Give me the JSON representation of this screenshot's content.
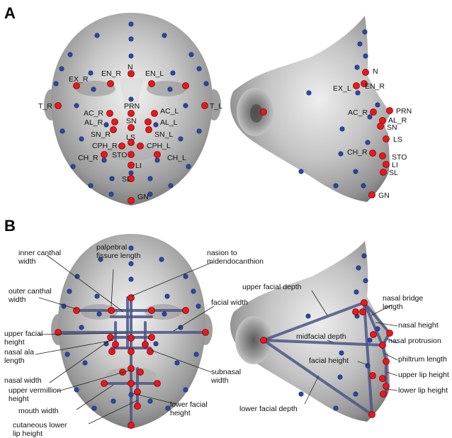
{
  "panel_a": {
    "letter": "A",
    "frontal_labels": {
      "n": "N",
      "en_r": "EN_R",
      "en_l": "EN_L",
      "ex_r": "EX_R",
      "t_r": "T_R",
      "t_l": "T_L",
      "prn": "PRN",
      "ac_r": "AC_R",
      "ac_l": "AC_L",
      "al_r": "AL_R",
      "al_l": "AL_L",
      "sn": "SN",
      "sn_r": "SN_R",
      "sn_l": "SN_L",
      "ls": "LS",
      "cph_r": "CPH_R",
      "cph_l": "CPH_L",
      "ch_r": "CH_R",
      "ch_l": "CH_L",
      "sto": "STO",
      "li": "LI",
      "sl": "SL",
      "gn": "GN"
    },
    "profile_labels": {
      "n": "N",
      "ex_l": "EX_L",
      "en_r": "EN_R",
      "prn": "PRN",
      "ac_r": "AC_R",
      "al_r": "AL_R",
      "sn": "SN",
      "ls": "LS",
      "ch_r": "CH_R",
      "sto": "STO",
      "li": "LI",
      "sl": "SL",
      "gn": "GN"
    }
  },
  "panel_b": {
    "letter": "B",
    "measurements": {
      "palpebral_fissure_length": "palpebral fissure length",
      "inner_canthal_width": "inner canthal width",
      "nasion_to_midendocanthion": "nasion to midendocanthion",
      "outer_canthal_width": "outer canthal width",
      "facial_width": "facial width",
      "upper_facial_height": "upper facial height",
      "nasal_ala_length": "nasal ala length",
      "nasal_width": "nasal width",
      "subnasal_width": "subnasal width",
      "upper_vermillion_height": "upper vermillion height",
      "mouth_width": "mouth width",
      "cutaneous_lower_lip_height": "cutaneous lower lip height",
      "lower_facial_height": "lower facial height",
      "upper_facial_depth": "upper facial depth",
      "nasal_bridge_length": "nasal bridge length",
      "nasal_height": "nasal height",
      "midfacial_depth": "midfacial depth",
      "nasal_protrusion": "nasal protrusion",
      "facial_height": "facial height",
      "philtrum_length": "philtrum length",
      "upper_lip_height": "upper lip height",
      "lower_lip_height": "lower lip height",
      "lower_facial_depth": "lower facial depth"
    }
  },
  "colors": {
    "landmark_red": "#e8181c",
    "dot_blue": "#2f47a8",
    "measure_line": "#4a5585",
    "face_mid": "#b9b9b9"
  }
}
